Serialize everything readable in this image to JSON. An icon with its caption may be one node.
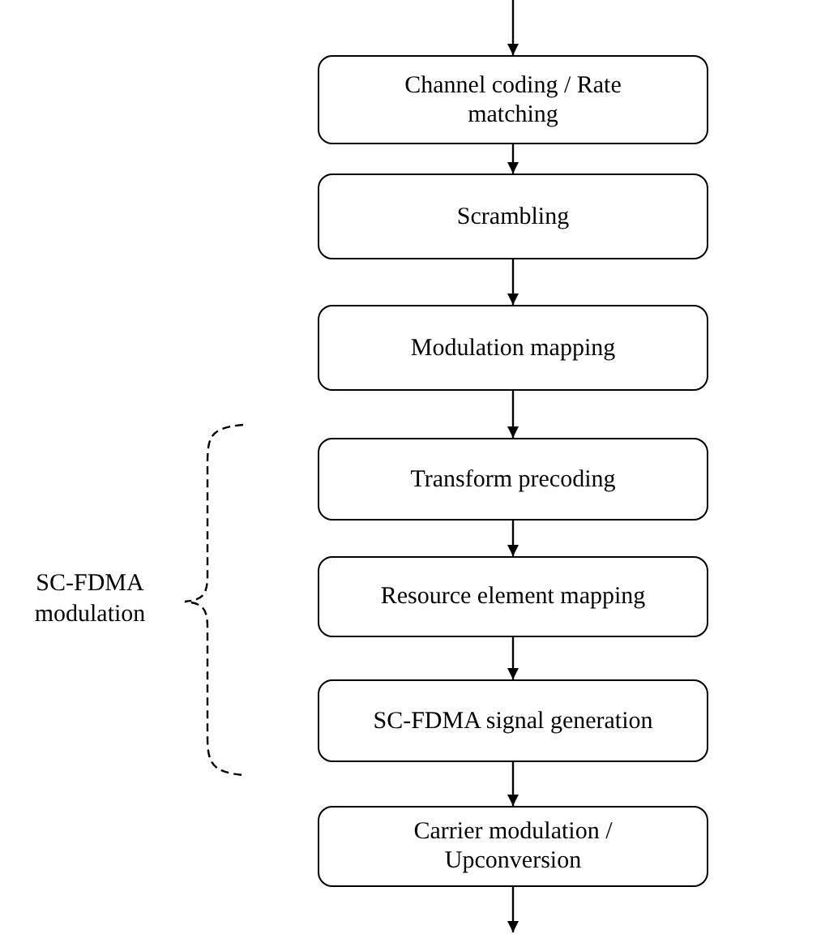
{
  "diagram": {
    "nodes": [
      {
        "text": [
          "Channel coding / Rate matching"
        ]
      },
      {
        "text": [
          "Scrambling"
        ]
      },
      {
        "text": [
          "Modulation mapping"
        ]
      },
      {
        "text": [
          "Transform precoding"
        ]
      },
      {
        "text": [
          "Resource element mapping"
        ]
      },
      {
        "text": [
          "SC-FDMA signal generation"
        ]
      },
      {
        "text": [
          "Carrier modulation / Upconversion"
        ]
      }
    ],
    "edges": [
      {
        "from": null,
        "to": 0,
        "arrow": "to"
      },
      {
        "from": 0,
        "to": 1,
        "arrow": "to"
      },
      {
        "from": 1,
        "to": 2,
        "arrow": "to"
      },
      {
        "from": 2,
        "to": 3,
        "arrow": "to"
      },
      {
        "from": 3,
        "to": 4,
        "arrow": "to"
      },
      {
        "from": 4,
        "to": 5,
        "arrow": "to"
      },
      {
        "from": 5,
        "to": 6,
        "arrow": "to"
      },
      {
        "from": 6,
        "to": null,
        "arrow": "to"
      }
    ],
    "labels": [
      "SC-FDMA modulation"
    ]
  }
}
